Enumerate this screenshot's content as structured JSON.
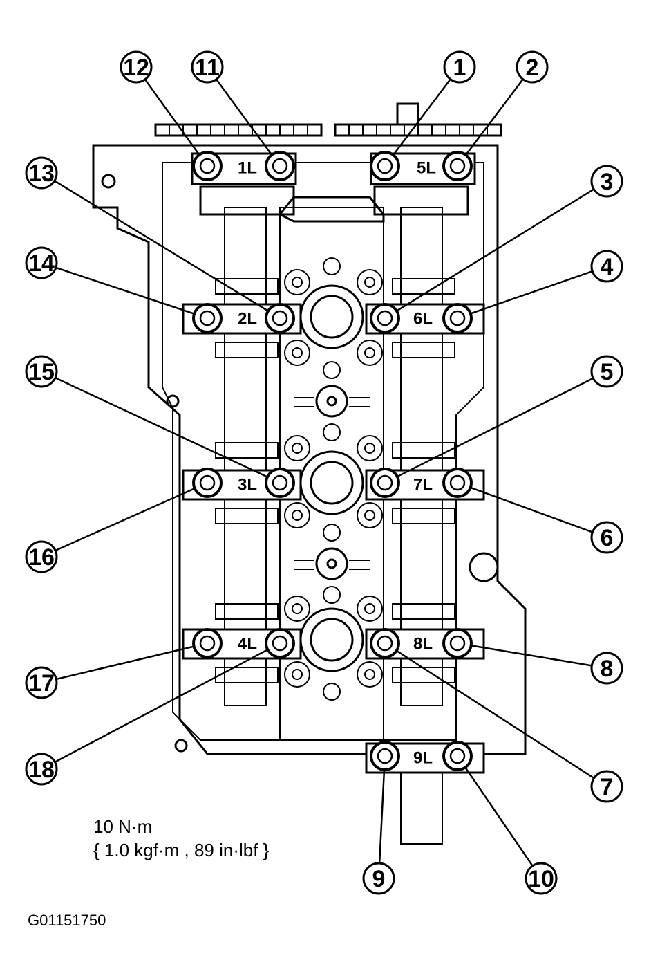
{
  "caps": [
    "1L",
    "2L",
    "3L",
    "4L",
    "5L",
    "6L",
    "7L",
    "8L",
    "9L"
  ],
  "callouts": [
    "1",
    "2",
    "3",
    "4",
    "5",
    "6",
    "7",
    "8",
    "9",
    "10",
    "11",
    "12",
    "13",
    "14",
    "15",
    "16",
    "17",
    "18"
  ],
  "torque": {
    "line1": "10 N·m",
    "line2": "{ 1.0 kgf·m , 89 in·lbf }"
  },
  "figure_id": "G01151750"
}
